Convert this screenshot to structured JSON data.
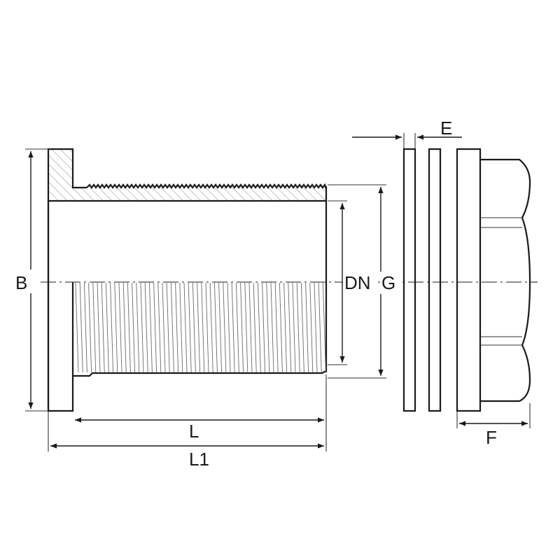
{
  "labels": {
    "B": "B",
    "DN": "DN",
    "G": "G",
    "E": "E",
    "F": "F",
    "L": "L",
    "L1": "L1"
  },
  "colors": {
    "line": "#1a1a1a",
    "hatch": "#8a8a8a",
    "thread": "#6a6a6a",
    "background": "#ffffff"
  }
}
